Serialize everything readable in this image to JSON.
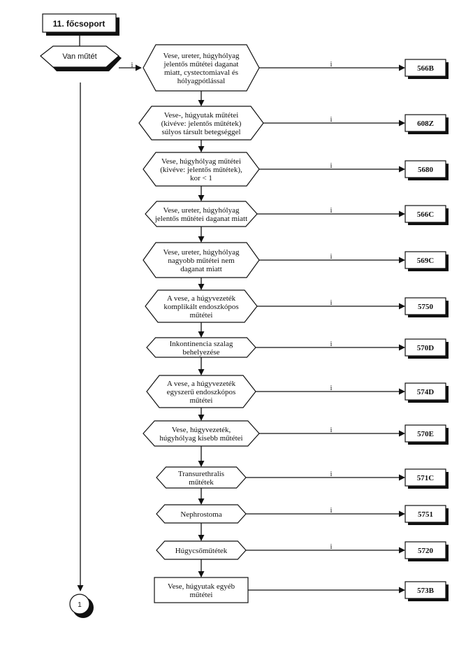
{
  "group_box": {
    "label": "11. főcsoport"
  },
  "first_decision": {
    "label": "Van műtét",
    "yes_label": "i"
  },
  "connector": {
    "label": "1"
  },
  "rows": [
    {
      "lines": [
        "Vese, ureter, húgyhólyag",
        "jelentős műtétei daganat",
        "miatt, cystectomiaval és",
        "hólyagpótlással"
      ],
      "code": "566B",
      "edge_label": "i",
      "shape": "hexagon"
    },
    {
      "lines": [
        "Vese-, húgyutak műtétei",
        "(kivéve: jelentős műtétek)",
        "súlyos társult betegséggel"
      ],
      "code": "608Z",
      "edge_label": "i",
      "shape": "hexagon"
    },
    {
      "lines": [
        "Vese,  húgyhólyag műtétei",
        "(kivéve: jelentős műtétek),",
        "kor < 1"
      ],
      "code": "5680",
      "edge_label": "i",
      "shape": "hexagon"
    },
    {
      "lines": [
        "Vese, ureter, húgyhólyag",
        "jelentős műtétei daganat miatt"
      ],
      "code": "566C",
      "edge_label": "i",
      "shape": "hexagon"
    },
    {
      "lines": [
        "Vese, ureter, húgyhólyag",
        "nagyobb műtétei nem",
        "daganat miatt"
      ],
      "code": "569C",
      "edge_label": "i",
      "shape": "hexagon"
    },
    {
      "lines": [
        "A vese, a húgyvezeték",
        "komplikált endoszkópos",
        "műtétei"
      ],
      "code": "5750",
      "edge_label": "i",
      "shape": "hexagon"
    },
    {
      "lines": [
        "Inkontinencia szalag",
        "behelyezése"
      ],
      "code": "570D",
      "edge_label": "i",
      "shape": "hexagon"
    },
    {
      "lines": [
        "A vese, a húgyvezeték",
        "egyszerű endoszkópos",
        "műtétei"
      ],
      "code": "574D",
      "edge_label": "i",
      "shape": "hexagon"
    },
    {
      "lines": [
        "Vese, húgyvezeték,",
        "húgyhólyag kisebb műtétei"
      ],
      "code": "570E",
      "edge_label": "i",
      "shape": "hexagon"
    },
    {
      "lines": [
        "Transurethralis",
        "műtétek"
      ],
      "code": "571C",
      "edge_label": "i",
      "shape": "hexagon"
    },
    {
      "lines": [
        "Nephrostoma"
      ],
      "code": "5751",
      "edge_label": "i",
      "shape": "hexagon"
    },
    {
      "lines": [
        "Húgycsőműtétek"
      ],
      "code": "5720",
      "edge_label": "i",
      "shape": "hexagon"
    },
    {
      "lines": [
        "Vese, húgyutak egyéb",
        "műtétei"
      ],
      "code": "573B",
      "edge_label": "",
      "shape": "rect"
    }
  ]
}
